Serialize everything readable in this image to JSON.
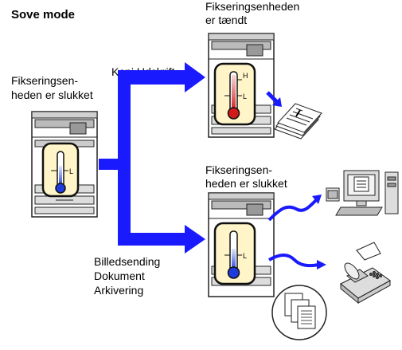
{
  "title": "Sove mode",
  "left_label": [
    "Fikseringsen-",
    "heden er slukket"
  ],
  "top_right_label": [
    "Fikseringsenheden",
    "er tændt"
  ],
  "copy_print_label": "Kopi Udskrift",
  "bottom_right_label": [
    "Fikseringsen-",
    "heden er slukket"
  ],
  "send_label": [
    "Billedsending",
    "Dokument",
    "Arkivering"
  ],
  "thermo_hi": "H",
  "thermo_lo": "L",
  "colors": {
    "arrow": "#1a1aff",
    "thermo_panel": "#fff5c8",
    "thermo_hot": "#e02020",
    "thermo_cold": "#1e3cdc"
  }
}
